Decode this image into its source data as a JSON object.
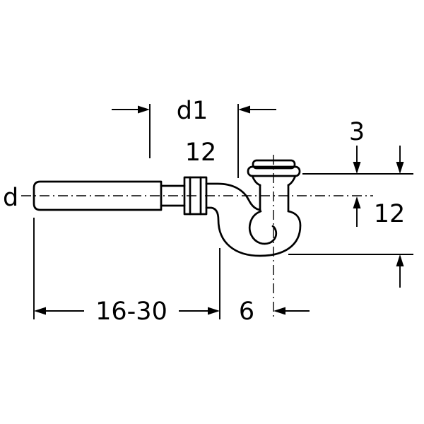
{
  "figure": {
    "type": "technical-dimensional-drawing",
    "subject": "P-trap (siphon) with horizontal inlet pipe and vertical drain flange",
    "background_color": "#ffffff",
    "line_color": "#000000"
  },
  "labels": {
    "pipe_diameter": "d",
    "drain_diameter": "d1",
    "dim_top": "12",
    "dim_flange_height": "3",
    "dim_trap_depth": "12",
    "dim_adjustable_length": "16-30",
    "dim_offset": "6"
  }
}
